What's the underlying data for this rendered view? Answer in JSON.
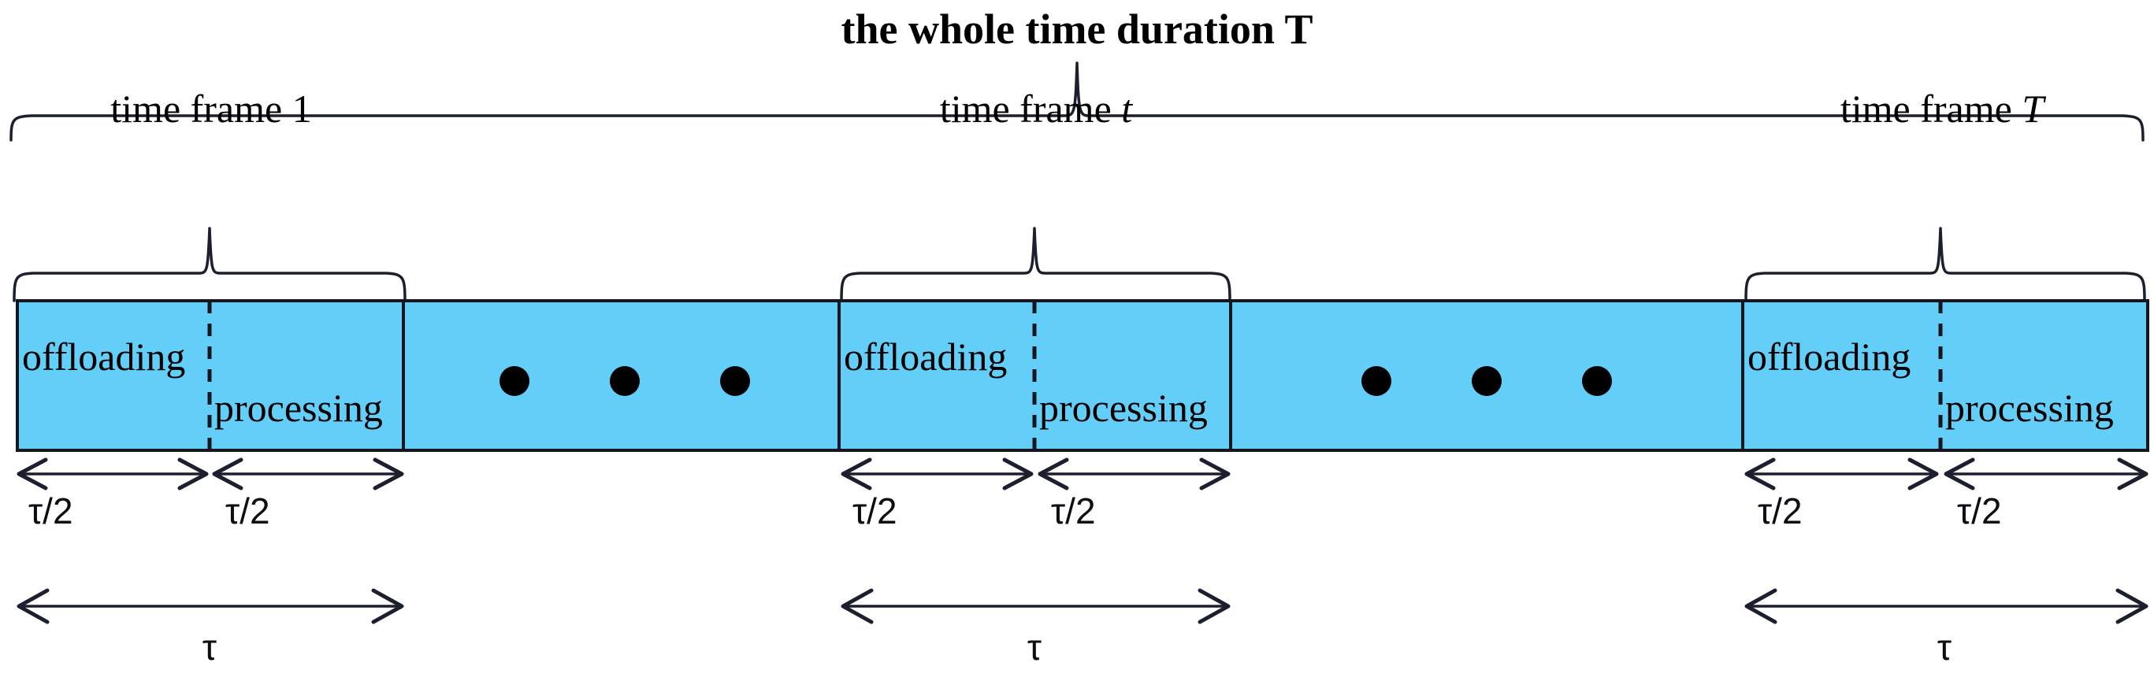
{
  "diagram": {
    "title": "the whole time duration T",
    "colors": {
      "block_fill": "#63CEF7",
      "stroke": "#15171f",
      "text": "#000000"
    },
    "frames": [
      {
        "label_prefix": "time frame ",
        "label_symbol": "1",
        "symbol_italic": false,
        "segments": {
          "first": "offloading",
          "second": "processing"
        },
        "measures": {
          "half_left": "τ/2",
          "half_right": "τ/2",
          "full": "τ"
        }
      },
      {
        "label_prefix": "time frame ",
        "label_symbol": "t",
        "symbol_italic": true,
        "segments": {
          "first": "offloading",
          "second": "processing"
        },
        "measures": {
          "half_left": "τ/2",
          "half_right": "τ/2",
          "full": "τ"
        }
      },
      {
        "label_prefix": "time frame ",
        "label_symbol": "T",
        "symbol_italic": true,
        "segments": {
          "first": "offloading",
          "second": "processing"
        },
        "measures": {
          "half_left": "τ/2",
          "half_right": "τ/2",
          "full": "τ"
        }
      }
    ],
    "ellipsis": {
      "glyph": "●",
      "count_per_group": 3,
      "groups": 2
    }
  }
}
